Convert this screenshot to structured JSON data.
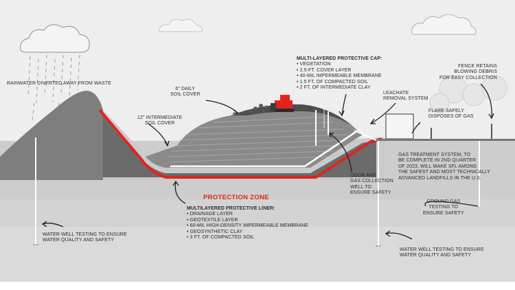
{
  "labels": {
    "rainwater": "RAINWATER DIVERTED AWAY FROM WASTE",
    "daily_cover": [
      "6\" DAILY",
      "SOIL COVER"
    ],
    "intermediate_cover": [
      "12\" INTERMEDIATE",
      "SOIL COVER"
    ],
    "cap_title": "MULTI-LAYERED PROTECTIVE CAP:",
    "cap_items": [
      "VEGETATION",
      "2.5-FT. COVER LAYER",
      "40-MIL IMPERMEABLE MEMBRANE",
      "1.5 FT. OF COMPACTED SOIL",
      "2 FT. OF INTERMEDIATE CLAY"
    ],
    "leachate": [
      "LEACHATE",
      "REMOVAL SYSTEM"
    ],
    "fence": [
      "FENCE RETAINS",
      "BLOWING DEBRIS",
      "FOR EASY COLLECTION"
    ],
    "flare": [
      "FLARE SAFELY",
      "DISPOSES OF GAS"
    ],
    "gas_treatment": [
      "GAS TREATMENT SYSTEM, TO",
      "BE COMPLETE IN 2ND QUARTER",
      "OF 2023, WILL MAKE SFL AMONG",
      "THE SAFEST AND MOST TECHNICALLY",
      "ADVANCED LANDFILLS IN THE U.S."
    ],
    "odor": [
      "ODOR AND",
      "GAS COLLECTION",
      "WELL TO",
      "ENSURE SAFETY"
    ],
    "protection_zone": "PROTECTION ZONE",
    "liner_title": "MULTILAYERED PROTECTIVE LINER:",
    "liner_items": [
      "DRAINAGE LAYER",
      "GEOTEXTILE LAYER",
      "60-MIL HIGH-DENSITY IMPERMEABLE MEMBRANE",
      "GEOSYNTHETIC CLAY",
      "3 FT. OF COMPACTED SOIL"
    ],
    "ground_gas": [
      "GROUND GAS",
      "TESTING TO",
      "ENSURE SAFETY"
    ],
    "well_left": [
      "WATER WELL TESTING TO ENSURE",
      "WATER QUALITY AND SAFETY"
    ],
    "well_right": [
      "WATER WELL TESTING TO ENSURE",
      "WATER QUALITY AND SAFETY"
    ]
  },
  "colors": {
    "accent_red": "#e1251b",
    "ground": "#c9c9c9",
    "landfill": "#7a7a7a",
    "text": "#2b2b2b"
  }
}
